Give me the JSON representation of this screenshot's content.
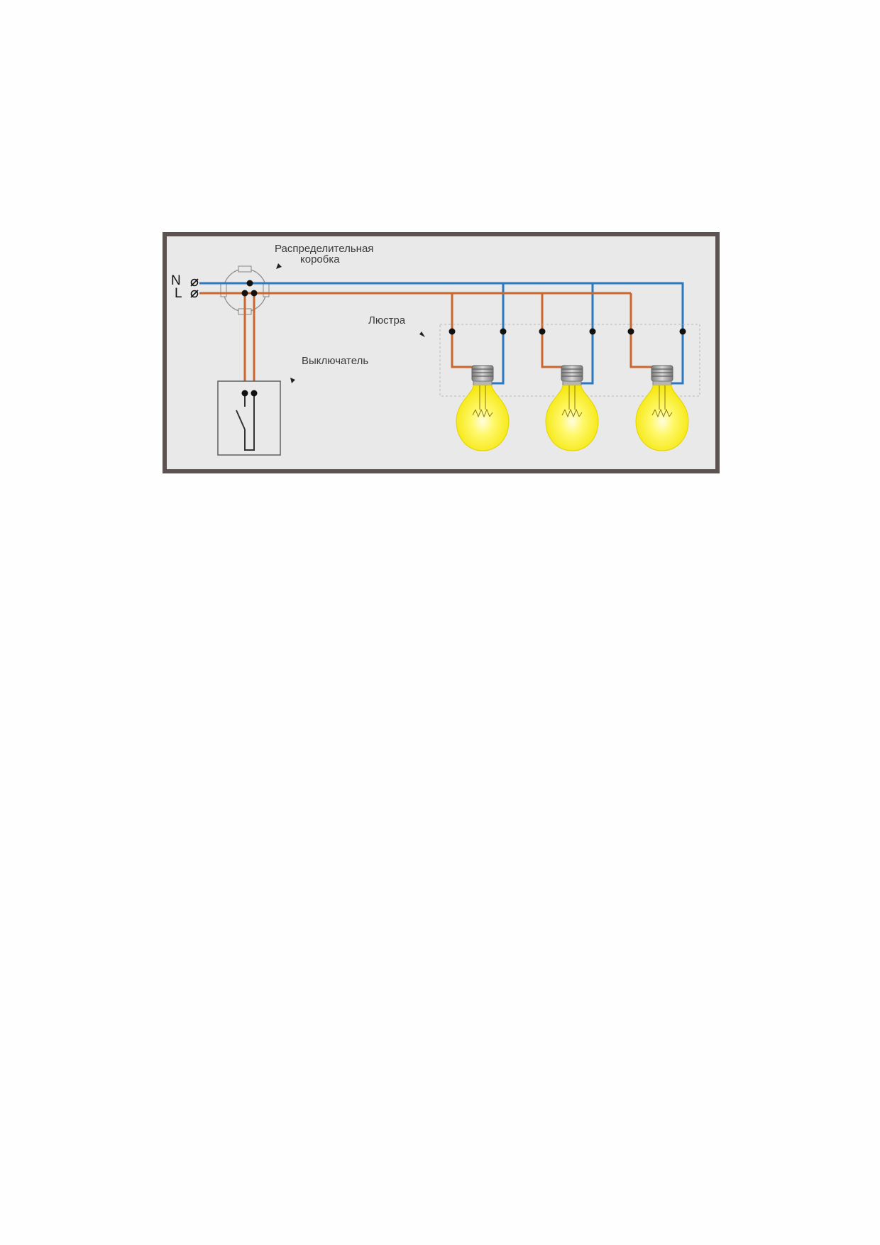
{
  "diagram": {
    "terminals": {
      "neutral": "N",
      "line": "L",
      "terminal_symbol": "ø"
    },
    "labels": {
      "junction_box_line1": "Распределительная",
      "junction_box_line2": "коробка",
      "chandelier": "Люстра",
      "switch": "Выключатель"
    },
    "colors": {
      "neutral_wire": "#2a79c0",
      "line_wire": "#c9672e",
      "frame": "#5c5252",
      "background": "#e9e9e9",
      "bulb_glass": "#fff200",
      "bulb_base": "#9c9c9c"
    },
    "bulb_count": 3
  }
}
